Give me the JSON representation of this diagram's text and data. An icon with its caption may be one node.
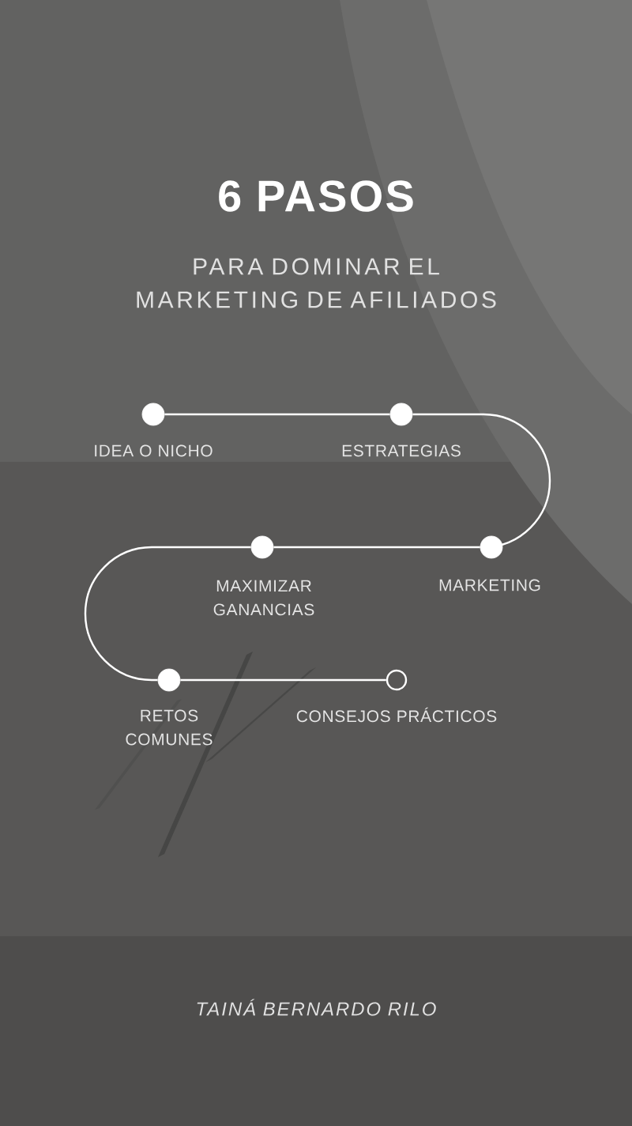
{
  "diagram": {
    "title": "6 PASOS",
    "nodes": [
      {
        "text": [],
        "shape": "dot",
        "beside": [
          "IDEA O NICHO"
        ]
      },
      {
        "text": [],
        "shape": "dot",
        "beside": [
          "ESTRATEGIAS"
        ]
      },
      {
        "text": [],
        "shape": "dot",
        "beside": [
          "MAXIMIZAR GANANCIAS"
        ]
      },
      {
        "text": [],
        "shape": "dot",
        "beside": [
          "MARKETING"
        ]
      },
      {
        "text": [],
        "shape": "dot",
        "beside": [
          "RETOS COMUNES"
        ]
      },
      {
        "text": [],
        "shape": "circle",
        "beside": [
          "CONSEJOS PRÁCTICOS"
        ]
      }
    ],
    "edges": [
      {
        "from": 0,
        "to": 1,
        "arrow": "none"
      },
      {
        "from": 1,
        "to": 3,
        "arrow": "none"
      },
      {
        "from": 3,
        "to": 2,
        "arrow": "none"
      },
      {
        "from": 2,
        "to": 4,
        "arrow": "none"
      },
      {
        "from": 4,
        "to": 5,
        "arrow": "none"
      }
    ],
    "labels": [
      "PARA DOMINAR EL MARKETING DE AFILIADOS",
      "TAINÁ BERNARDO RILO"
    ]
  }
}
